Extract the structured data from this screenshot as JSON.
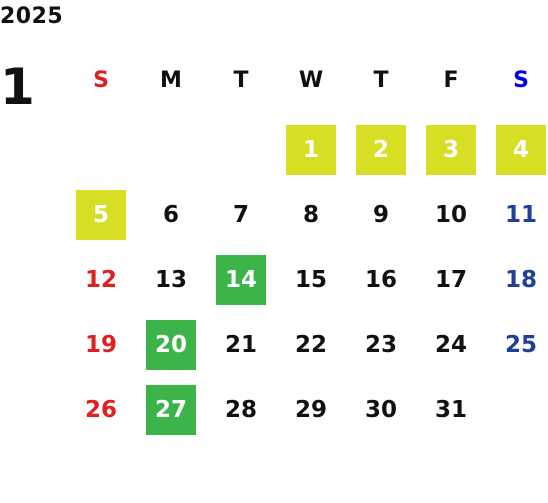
{
  "calendar": {
    "year": "2025",
    "month": "1",
    "weekdays": [
      {
        "label": "S",
        "kind": "sun"
      },
      {
        "label": "M",
        "kind": "weekday"
      },
      {
        "label": "T",
        "kind": "weekday"
      },
      {
        "label": "W",
        "kind": "weekday"
      },
      {
        "label": "T",
        "kind": "weekday"
      },
      {
        "label": "F",
        "kind": "weekday"
      },
      {
        "label": "S",
        "kind": "sat"
      }
    ],
    "days": [
      {
        "label": "1",
        "kind": "holiday"
      },
      {
        "label": "2",
        "kind": "holiday"
      },
      {
        "label": "3",
        "kind": "holiday"
      },
      {
        "label": "4",
        "kind": "holiday"
      },
      {
        "label": "5",
        "kind": "holiday"
      },
      {
        "label": "6",
        "kind": "weekday"
      },
      {
        "label": "7",
        "kind": "weekday"
      },
      {
        "label": "8",
        "kind": "weekday"
      },
      {
        "label": "9",
        "kind": "weekday"
      },
      {
        "label": "10",
        "kind": "weekday"
      },
      {
        "label": "11",
        "kind": "sat"
      },
      {
        "label": "12",
        "kind": "sun"
      },
      {
        "label": "13",
        "kind": "weekday"
      },
      {
        "label": "14",
        "kind": "event"
      },
      {
        "label": "15",
        "kind": "weekday"
      },
      {
        "label": "16",
        "kind": "weekday"
      },
      {
        "label": "17",
        "kind": "weekday"
      },
      {
        "label": "18",
        "kind": "sat"
      },
      {
        "label": "19",
        "kind": "sun"
      },
      {
        "label": "20",
        "kind": "event"
      },
      {
        "label": "21",
        "kind": "weekday"
      },
      {
        "label": "22",
        "kind": "weekday"
      },
      {
        "label": "23",
        "kind": "weekday"
      },
      {
        "label": "24",
        "kind": "weekday"
      },
      {
        "label": "25",
        "kind": "sat"
      },
      {
        "label": "26",
        "kind": "sun"
      },
      {
        "label": "27",
        "kind": "event"
      },
      {
        "label": "28",
        "kind": "weekday"
      },
      {
        "label": "29",
        "kind": "weekday"
      },
      {
        "label": "30",
        "kind": "weekday"
      },
      {
        "label": "31",
        "kind": "weekday"
      }
    ]
  },
  "colors": {
    "holiday_bg": "#d6df23",
    "event_bg": "#3db44a",
    "sunday": "#e02020",
    "saturday": "#1f3f99",
    "saturday_header": "#0000dd"
  }
}
